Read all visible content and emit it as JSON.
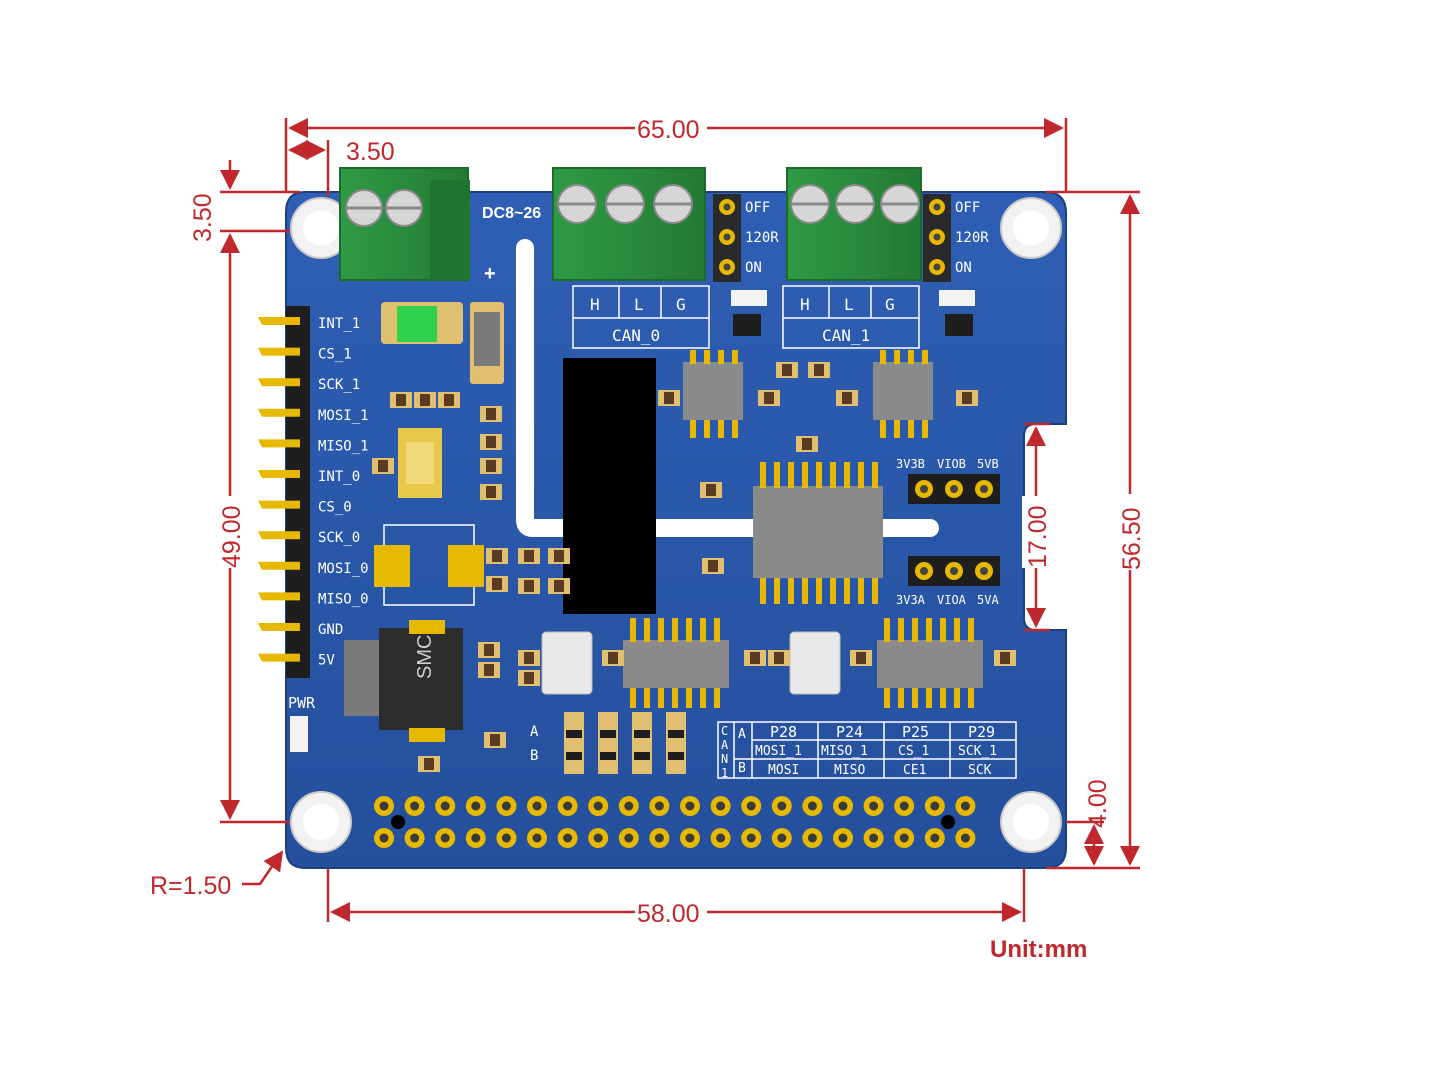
{
  "dimensions": {
    "width_top": "65.00",
    "mount_offset_x": "3.50",
    "mount_offset_y": "3.50",
    "height_left": "49.00",
    "height_right": "56.50",
    "notch": "17.00",
    "bottom_offset": "4.00",
    "width_bottom": "58.00",
    "corner_radius": "R=1.50",
    "unit": "Unit:mm"
  },
  "board": {
    "power_label": "DC8~26",
    "plus_sign": "+",
    "pwr_label": "PWR",
    "smc_label": "SMC",
    "header_pins": [
      "INT_1",
      "CS_1",
      "SCK_1",
      "MOSI_1",
      "MISO_1",
      "INT_0",
      "CS_0",
      "SCK_0",
      "MOSI_0",
      "MISO_0",
      "GND",
      "5V"
    ],
    "can0": {
      "pins": [
        "H",
        "L",
        "G"
      ],
      "label": "CAN_0"
    },
    "can1": {
      "pins": [
        "H",
        "L",
        "G"
      ],
      "label": "CAN_1"
    },
    "jumper_labels": [
      "OFF",
      "120R",
      "ON"
    ],
    "jumper_b_labels": [
      "3V3B",
      "VIOB",
      "5VB"
    ],
    "jumper_a_labels": [
      "3V3A",
      "VIOA",
      "5VA"
    ],
    "ab_labels": [
      "A",
      "B"
    ],
    "pin_table": {
      "side_label": [
        "C",
        "A",
        "N",
        "1"
      ],
      "row_labels": [
        "A",
        "B"
      ],
      "headers": [
        "P28",
        "P24",
        "P25",
        "P29"
      ],
      "row_a": [
        "MOSI_1",
        "MISO_1",
        "CS_1",
        "SCK_1"
      ],
      "row_b": [
        "MOSI",
        "MISO",
        "CE1",
        "SCK"
      ]
    }
  },
  "colors": {
    "board": "#2a57a8",
    "dimension": "#c0282d",
    "terminal": "#2e8b3e",
    "pin": "#e6b800"
  }
}
